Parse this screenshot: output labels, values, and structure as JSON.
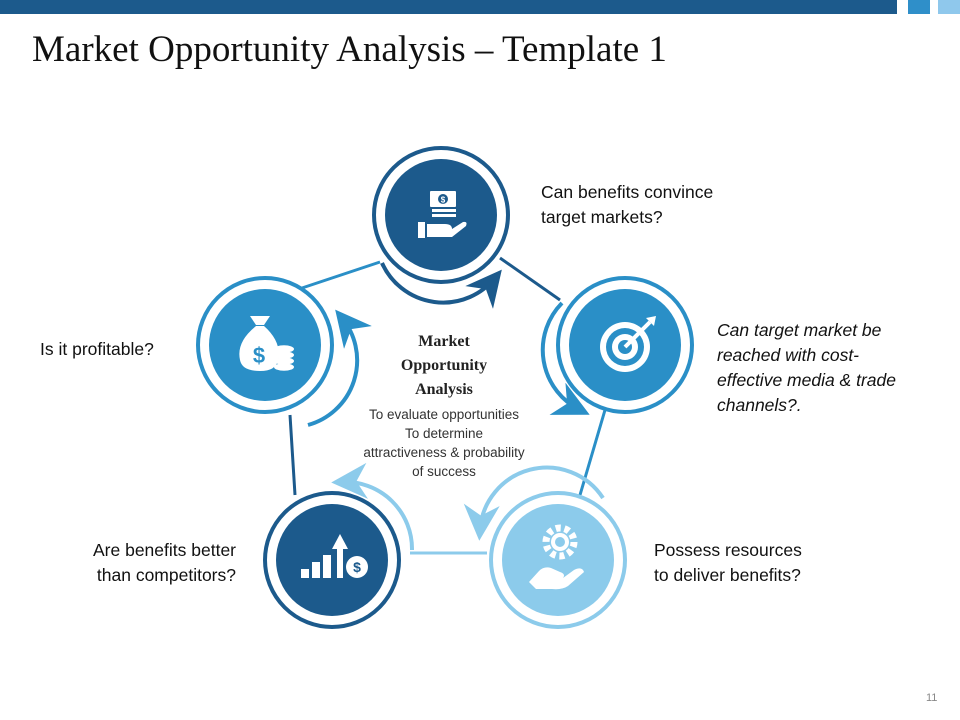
{
  "slide": {
    "title": "Market Opportunity Analysis – Template 1",
    "page_number": "11"
  },
  "center": {
    "title_lines": [
      "Market",
      "Opportunity",
      "Analysis"
    ],
    "desc_lines": [
      "To evaluate opportunities",
      "To determine",
      "attractiveness & probability",
      "of success"
    ]
  },
  "nodes": [
    {
      "label_lines": [
        "Can benefits convince",
        "target markets?"
      ],
      "icon": "money-hand-icon",
      "color": "#1c5a8c",
      "italic": false
    },
    {
      "label_lines": [
        "Can target market be",
        "reached with cost-",
        "effective media & trade",
        "channels?."
      ],
      "icon": "target-arrow-icon",
      "color": "#2a8fc7",
      "italic": true
    },
    {
      "label_lines": [
        "Possess resources",
        "to deliver benefits?"
      ],
      "icon": "gear-hand-icon",
      "color": "#8ccbeb",
      "italic": false
    },
    {
      "label_lines": [
        "Are benefits better",
        "than competitors?"
      ],
      "icon": "growth-chart-dollar-icon",
      "color": "#1c5a8c",
      "italic": false
    },
    {
      "label_lines": [
        "Is it profitable?"
      ],
      "icon": "money-bag-icon",
      "color": "#2a8fc7",
      "italic": false
    }
  ],
  "colors": {
    "dark_blue": "#1c5a8c",
    "mid_blue": "#2a8fc7",
    "light_blue": "#8ccbeb",
    "top_bar": "#1c5a8c"
  }
}
